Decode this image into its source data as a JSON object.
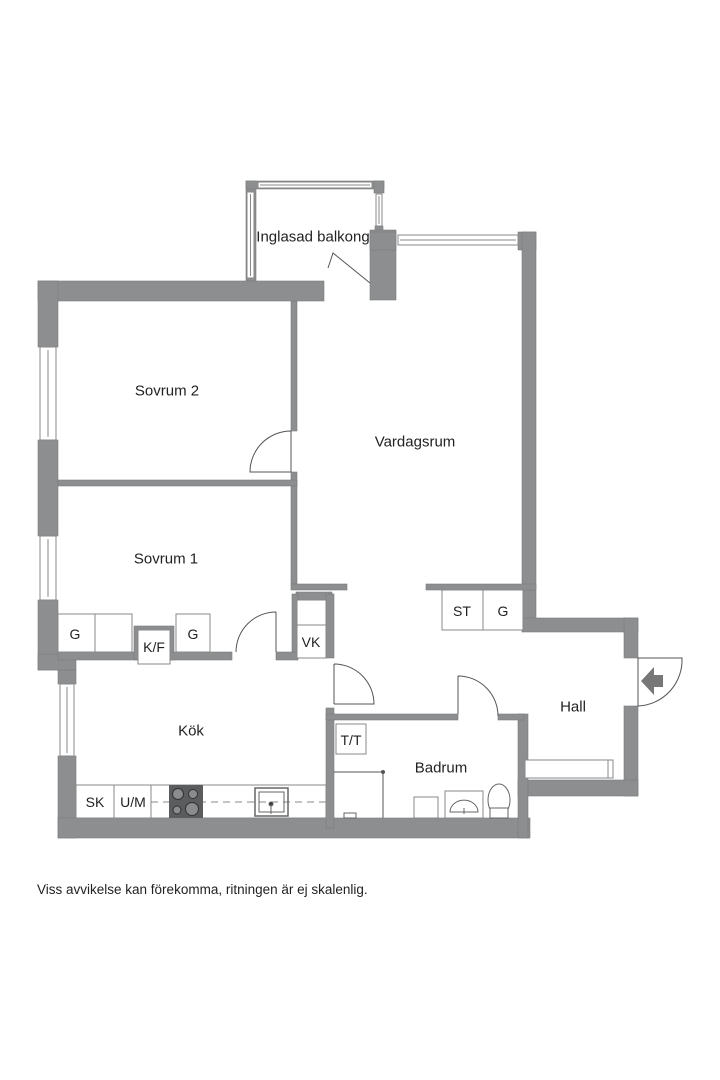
{
  "floorplan": {
    "wall_color": "#8c8e8f",
    "wall_edge_color": "#6f7172",
    "line_color": "#555555",
    "fixture_color": "#444444",
    "rooms": [
      {
        "id": "balcony",
        "label": "Inglasad balkong"
      },
      {
        "id": "bedroom2",
        "label": "Sovrum 2"
      },
      {
        "id": "living",
        "label": "Vardagsrum"
      },
      {
        "id": "bedroom1",
        "label": "Sovrum 1"
      },
      {
        "id": "kitchen",
        "label": "Kök"
      },
      {
        "id": "bathroom",
        "label": "Badrum"
      },
      {
        "id": "hall",
        "label": "Hall"
      }
    ],
    "fixtures": {
      "wardrobe_bed1_a": "G",
      "fridge_freezer": "K/F",
      "wardrobe_bed1_b": "G",
      "water_heater": "VK",
      "storage": "ST",
      "wardrobe_hall": "G",
      "dishwasher": "SK",
      "microwave_oven": "U/M",
      "washer_dryer": "T/T"
    },
    "icons": {
      "entrance": "entrance-arrow-icon",
      "stove": "stove-icon",
      "sink": "sink-icon",
      "toilet": "toilet-icon",
      "washbasin": "washbasin-icon"
    }
  },
  "footer": {
    "disclaimer": "Viss avvikelse kan förekomma, ritningen är ej skalenlig."
  }
}
